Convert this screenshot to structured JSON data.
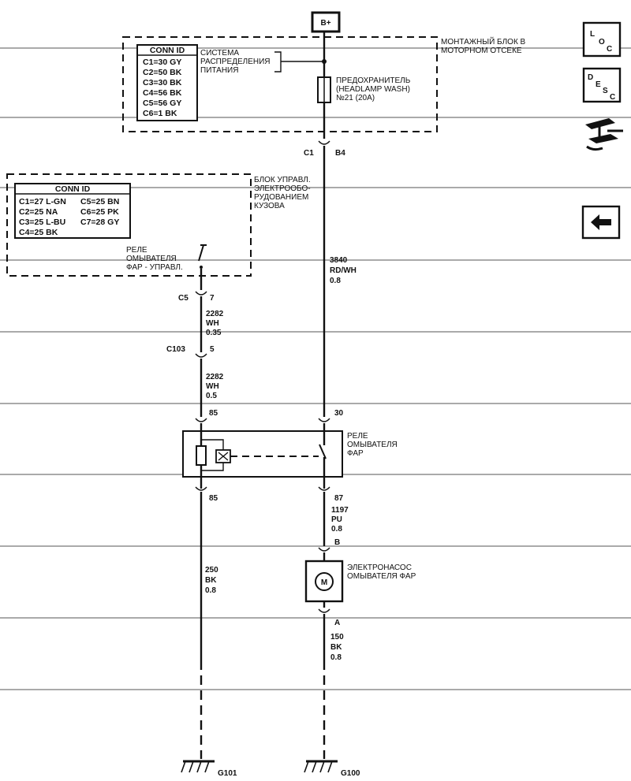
{
  "power": {
    "label": "B+"
  },
  "fuse_block": {
    "title_line1": "МОНТАЖНЫЙ БЛОК В",
    "title_line2": "МОТОРНОМ ОТСЕКЕ",
    "conn_id_title": "CONN ID",
    "conn_ids": [
      "C1=30 GY",
      "C2=50 BK",
      "C3=30 BK",
      "C4=56 BK",
      "C5=56 GY",
      "C6=1 BK"
    ],
    "power_dist_line1": "СИСТЕМА",
    "power_dist_line2": "РАСПРЕДЕЛЕНИЯ",
    "power_dist_line3": "ПИТАНИЯ",
    "fuse_line1": "ПРЕДОХРАНИТЕЛЬ",
    "fuse_line2": "(HEADLAMP WASH)",
    "fuse_line3": "№21 (20A)",
    "connector_left": "C1",
    "connector_right": "B4"
  },
  "bcm": {
    "title_line1": "БЛОК УПРАВЛ.",
    "title_line2": "ЭЛЕКТРООБО-",
    "title_line3": "РУДОВАНИЕМ",
    "title_line4": "КУЗОВА",
    "conn_id_title": "CONN ID",
    "conn_ids_left": [
      "C1=27 L-GN",
      "C2=25 NA",
      "C3=25 L-BU",
      "C4=25 BK"
    ],
    "conn_ids_right": [
      "C5=25 BN",
      "C6=25 PK",
      "C7=28 GY"
    ],
    "relay_line1": "РЕЛЕ",
    "relay_line2": "ОМЫВАТЕЛЯ",
    "relay_line3": "ФАР  - УПРАВЛ."
  },
  "left_branch": {
    "conn_c5": "C5",
    "pin_c5": "7",
    "wire1_num": "2282",
    "wire1_color": "WH",
    "wire1_size": "0.35",
    "conn_c103": "C103",
    "pin_c103": "5",
    "wire2_num": "2282",
    "wire2_color": "WH",
    "wire2_size": "0.5",
    "relay_pin_top": "85",
    "relay_pin_bottom": "85",
    "wire3_num": "250",
    "wire3_color": "BK",
    "wire3_size": "0.8",
    "ground": "G101"
  },
  "right_branch": {
    "wire1_num": "3840",
    "wire1_color": "RD/WH",
    "wire1_size": "0.8",
    "relay_pin_top": "30",
    "relay_pin_bottom": "87",
    "wire2_num": "1197",
    "wire2_color": "PU",
    "wire2_size": "0.8",
    "pump_pin_top": "B",
    "pump_pin_bottom": "A",
    "wire3_num": "150",
    "wire3_color": "BK",
    "wire3_size": "0.8",
    "ground": "G100"
  },
  "relay": {
    "line1": "РЕЛЕ",
    "line2": "ОМЫВАТЕЛЯ",
    "line3": "ФАР"
  },
  "pump": {
    "symbol": "M",
    "line1": "ЭЛЕКТРОНАСОС",
    "line2": "ОМЫВАТЕЛЯ ФАР"
  },
  "nav": {
    "loc": [
      "L",
      "O",
      "C"
    ],
    "desc": [
      "D",
      "E",
      "S",
      "C"
    ]
  }
}
